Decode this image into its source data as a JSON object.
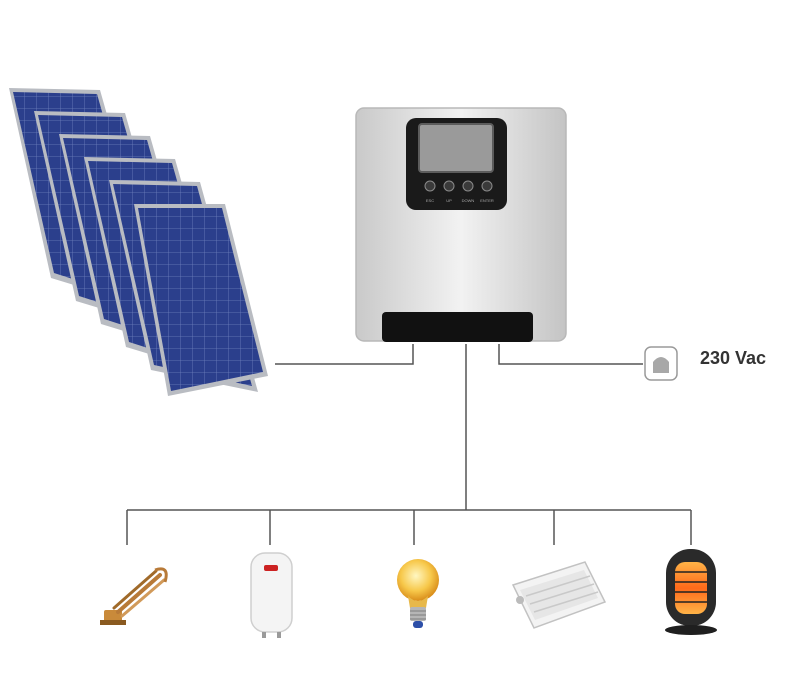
{
  "grid_label": "230 Vac",
  "controller": {
    "buttons": [
      "ESC",
      "UP",
      "DOWN",
      "ENTER"
    ]
  },
  "loads": [
    {
      "icon": "immersion-heater-icon"
    },
    {
      "icon": "water-boiler-icon"
    },
    {
      "icon": "light-bulb-icon"
    },
    {
      "icon": "convector-heater-icon"
    },
    {
      "icon": "halogen-heater-icon"
    }
  ],
  "colors": {
    "panel": "#2b3f8c",
    "panel_frame": "#b9bcc2",
    "controller_body": "#dcdcdc",
    "controller_bezel": "#1a1a1a",
    "wire": "#555555"
  }
}
